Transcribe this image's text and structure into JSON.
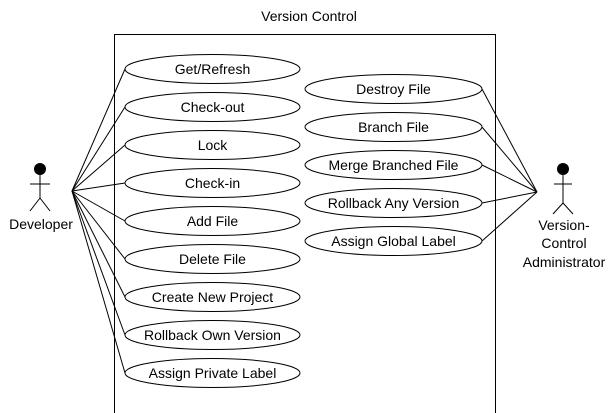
{
  "diagram": {
    "type": "uml-use-case",
    "system_boundary_title": "Version Control",
    "actors": [
      {
        "id": "developer",
        "label_lines": [
          "Developer"
        ]
      },
      {
        "id": "admin",
        "label_lines": [
          "Version-",
          "Control",
          "Administrator"
        ]
      }
    ],
    "use_cases_left": [
      "Get/Refresh",
      "Check-out",
      "Lock",
      "Check-in",
      "Add File",
      "Delete File",
      "Create New Project",
      "Rollback Own Version",
      "Assign Private Label"
    ],
    "use_cases_right": [
      "Destroy File",
      "Branch File",
      "Merge Branched File",
      "Rollback Any Version",
      "Assign Global Label"
    ],
    "associations": {
      "developer": [
        "Get/Refresh",
        "Check-out",
        "Lock",
        "Check-in",
        "Add File",
        "Delete File",
        "Create New Project",
        "Rollback Own Version",
        "Assign Private Label"
      ],
      "admin": [
        "Destroy File",
        "Branch File",
        "Merge Branched File",
        "Rollback Any Version",
        "Assign Global Label"
      ]
    },
    "colors": {
      "stroke": "#000000",
      "background": "#ffffff"
    }
  }
}
